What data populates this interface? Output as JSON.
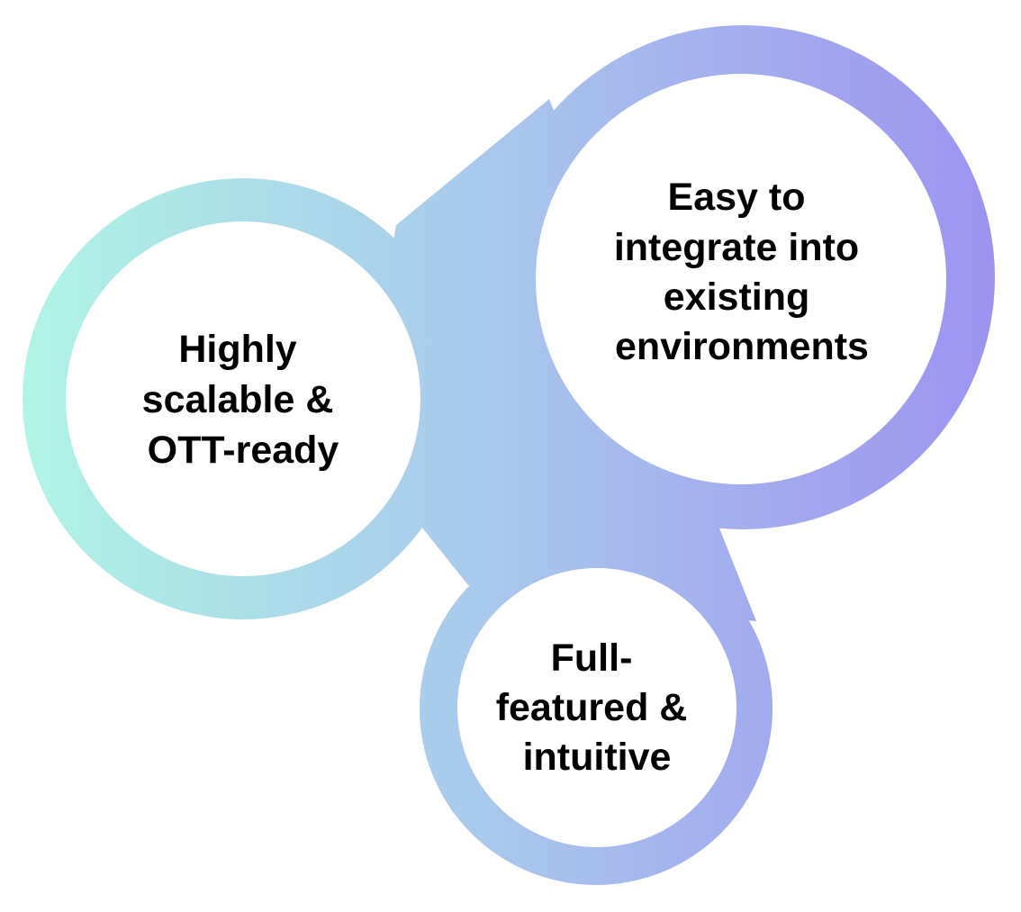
{
  "colors": {
    "gradient_start": "#b0f4e6",
    "gradient_mid": "#a8c6ec",
    "gradient_end": "#9d93f0",
    "inner_fill": "#ffffff",
    "text": "#000000"
  },
  "bubbles": [
    {
      "id": "left",
      "lines": [
        "Highly",
        "scalable &",
        "OTT-ready"
      ]
    },
    {
      "id": "top-right",
      "lines": [
        "Easy to",
        "integrate into",
        "existing",
        "environments"
      ]
    },
    {
      "id": "bottom",
      "lines": [
        "Full-",
        "featured &",
        "intuitive"
      ]
    }
  ]
}
